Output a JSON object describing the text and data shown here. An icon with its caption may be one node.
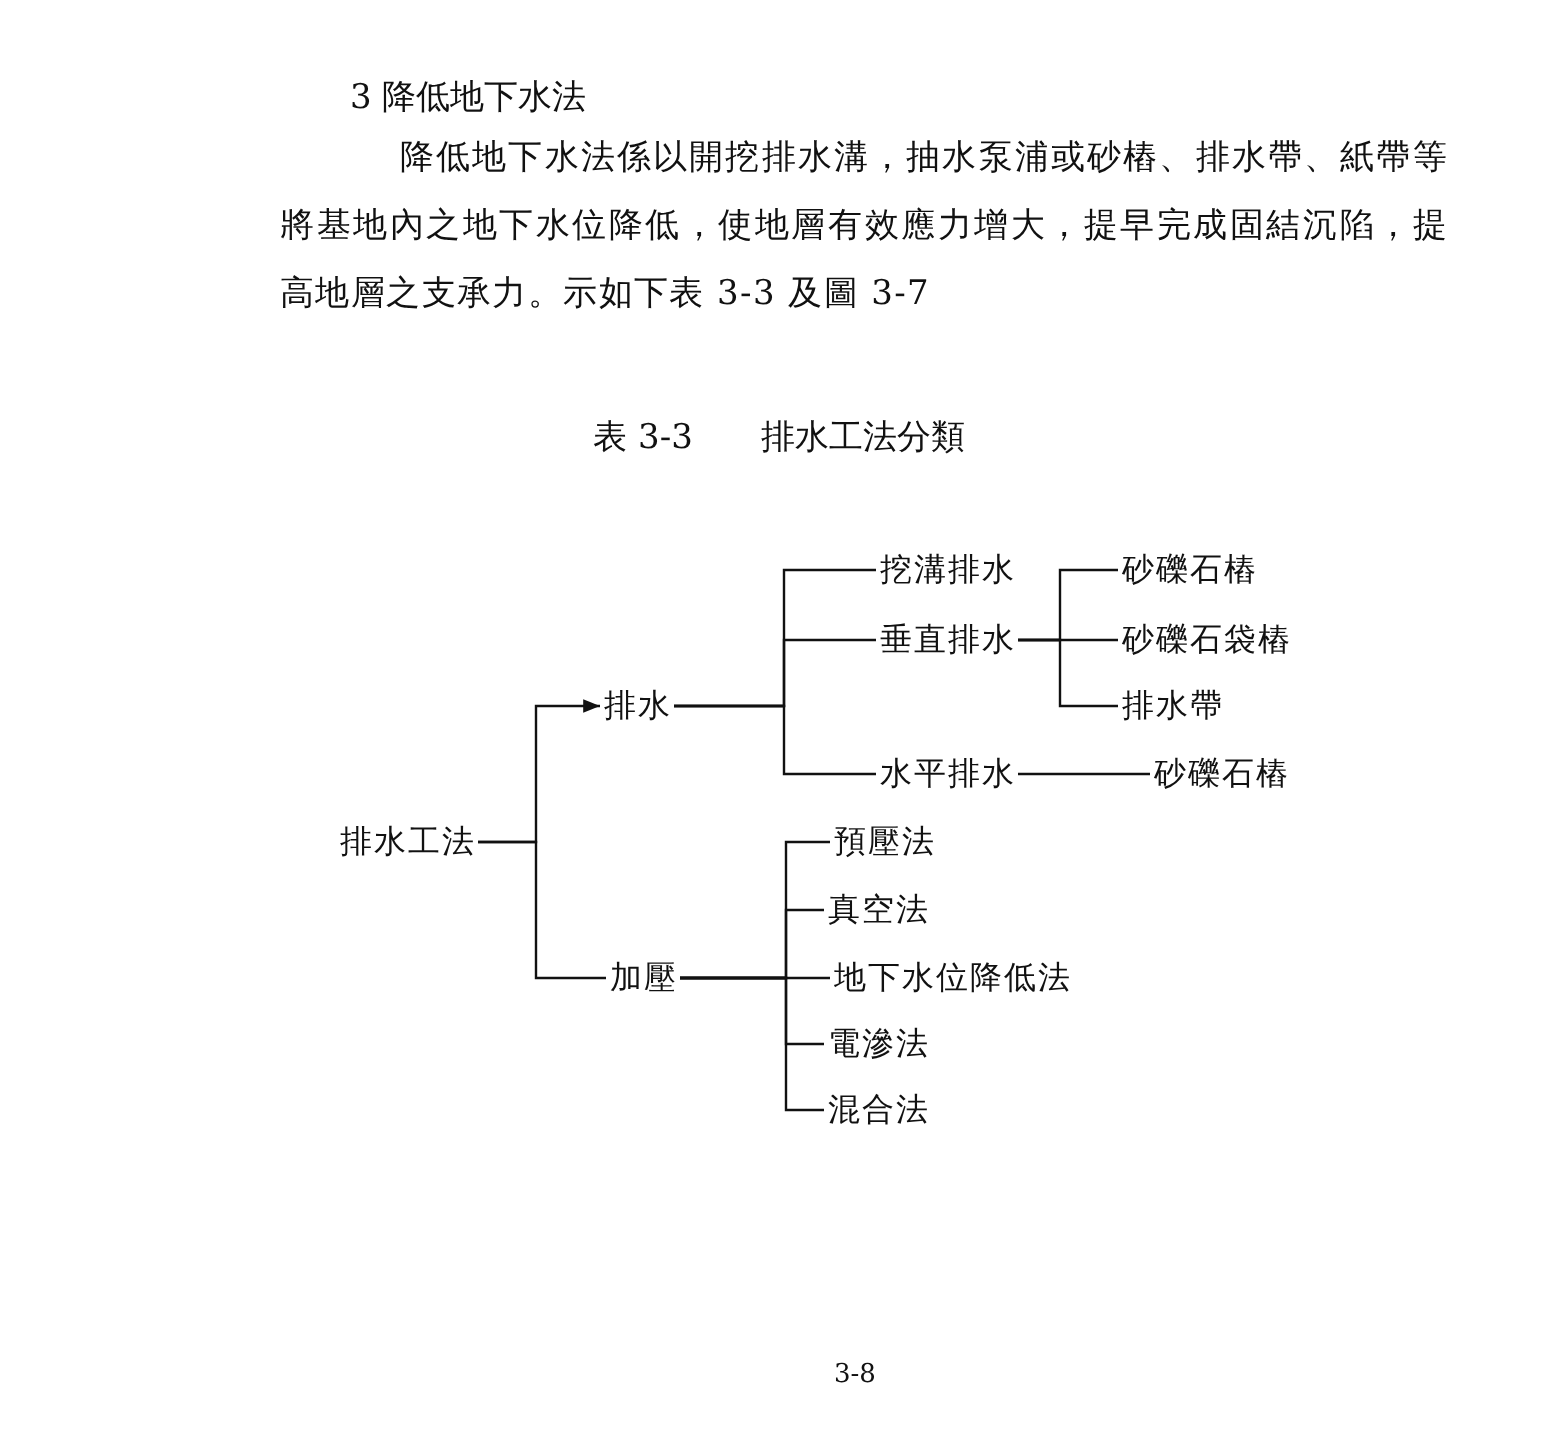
{
  "diagram": {
    "title": "表 3-3　　排水工法分類",
    "nodes": [
      {
        "text": [
          "排水工法"
        ]
      },
      {
        "text": [
          "排水"
        ]
      },
      {
        "text": [
          "挖溝排水"
        ]
      },
      {
        "text": [
          "垂直排水"
        ]
      },
      {
        "text": [
          "水平排水"
        ]
      },
      {
        "text": [
          "砂礫石樁"
        ]
      },
      {
        "text": [
          "砂礫石袋樁"
        ]
      },
      {
        "text": [
          "排水帶"
        ]
      },
      {
        "text": [
          "砂礫石樁"
        ]
      },
      {
        "text": [
          "加壓"
        ]
      },
      {
        "text": [
          "預壓法"
        ]
      },
      {
        "text": [
          "真空法"
        ]
      },
      {
        "text": [
          "地下水位降低法"
        ]
      },
      {
        "text": [
          "電滲法"
        ]
      },
      {
        "text": [
          "混合法"
        ]
      }
    ],
    "edges": [
      {
        "from": 0,
        "to": 1,
        "arrow": "to"
      },
      {
        "from": 0,
        "to": 9,
        "arrow": "none"
      },
      {
        "from": 1,
        "to": 2,
        "arrow": "none"
      },
      {
        "from": 1,
        "to": 3,
        "arrow": "none"
      },
      {
        "from": 1,
        "to": 4,
        "arrow": "none"
      },
      {
        "from": 3,
        "to": 5,
        "arrow": "none"
      },
      {
        "from": 3,
        "to": 6,
        "arrow": "none"
      },
      {
        "from": 3,
        "to": 7,
        "arrow": "none"
      },
      {
        "from": 4,
        "to": 8,
        "arrow": "none"
      },
      {
        "from": 9,
        "to": 10,
        "arrow": "none"
      },
      {
        "from": 9,
        "to": 11,
        "arrow": "none"
      },
      {
        "from": 9,
        "to": 12,
        "arrow": "none"
      },
      {
        "from": 9,
        "to": 13,
        "arrow": "none"
      },
      {
        "from": 9,
        "to": 14,
        "arrow": "none"
      }
    ],
    "labels": [
      "3 降低地下水法",
      "降低地下水法係以開挖排水溝，抽水泵浦或砂樁、排水帶、紙帶等將基地內之地下水位降低，使地層有效應力增大，提早完成固結沉陷，提高地層之支承力。示如下表 3-3 及圖 3-7",
      "3-8"
    ]
  }
}
